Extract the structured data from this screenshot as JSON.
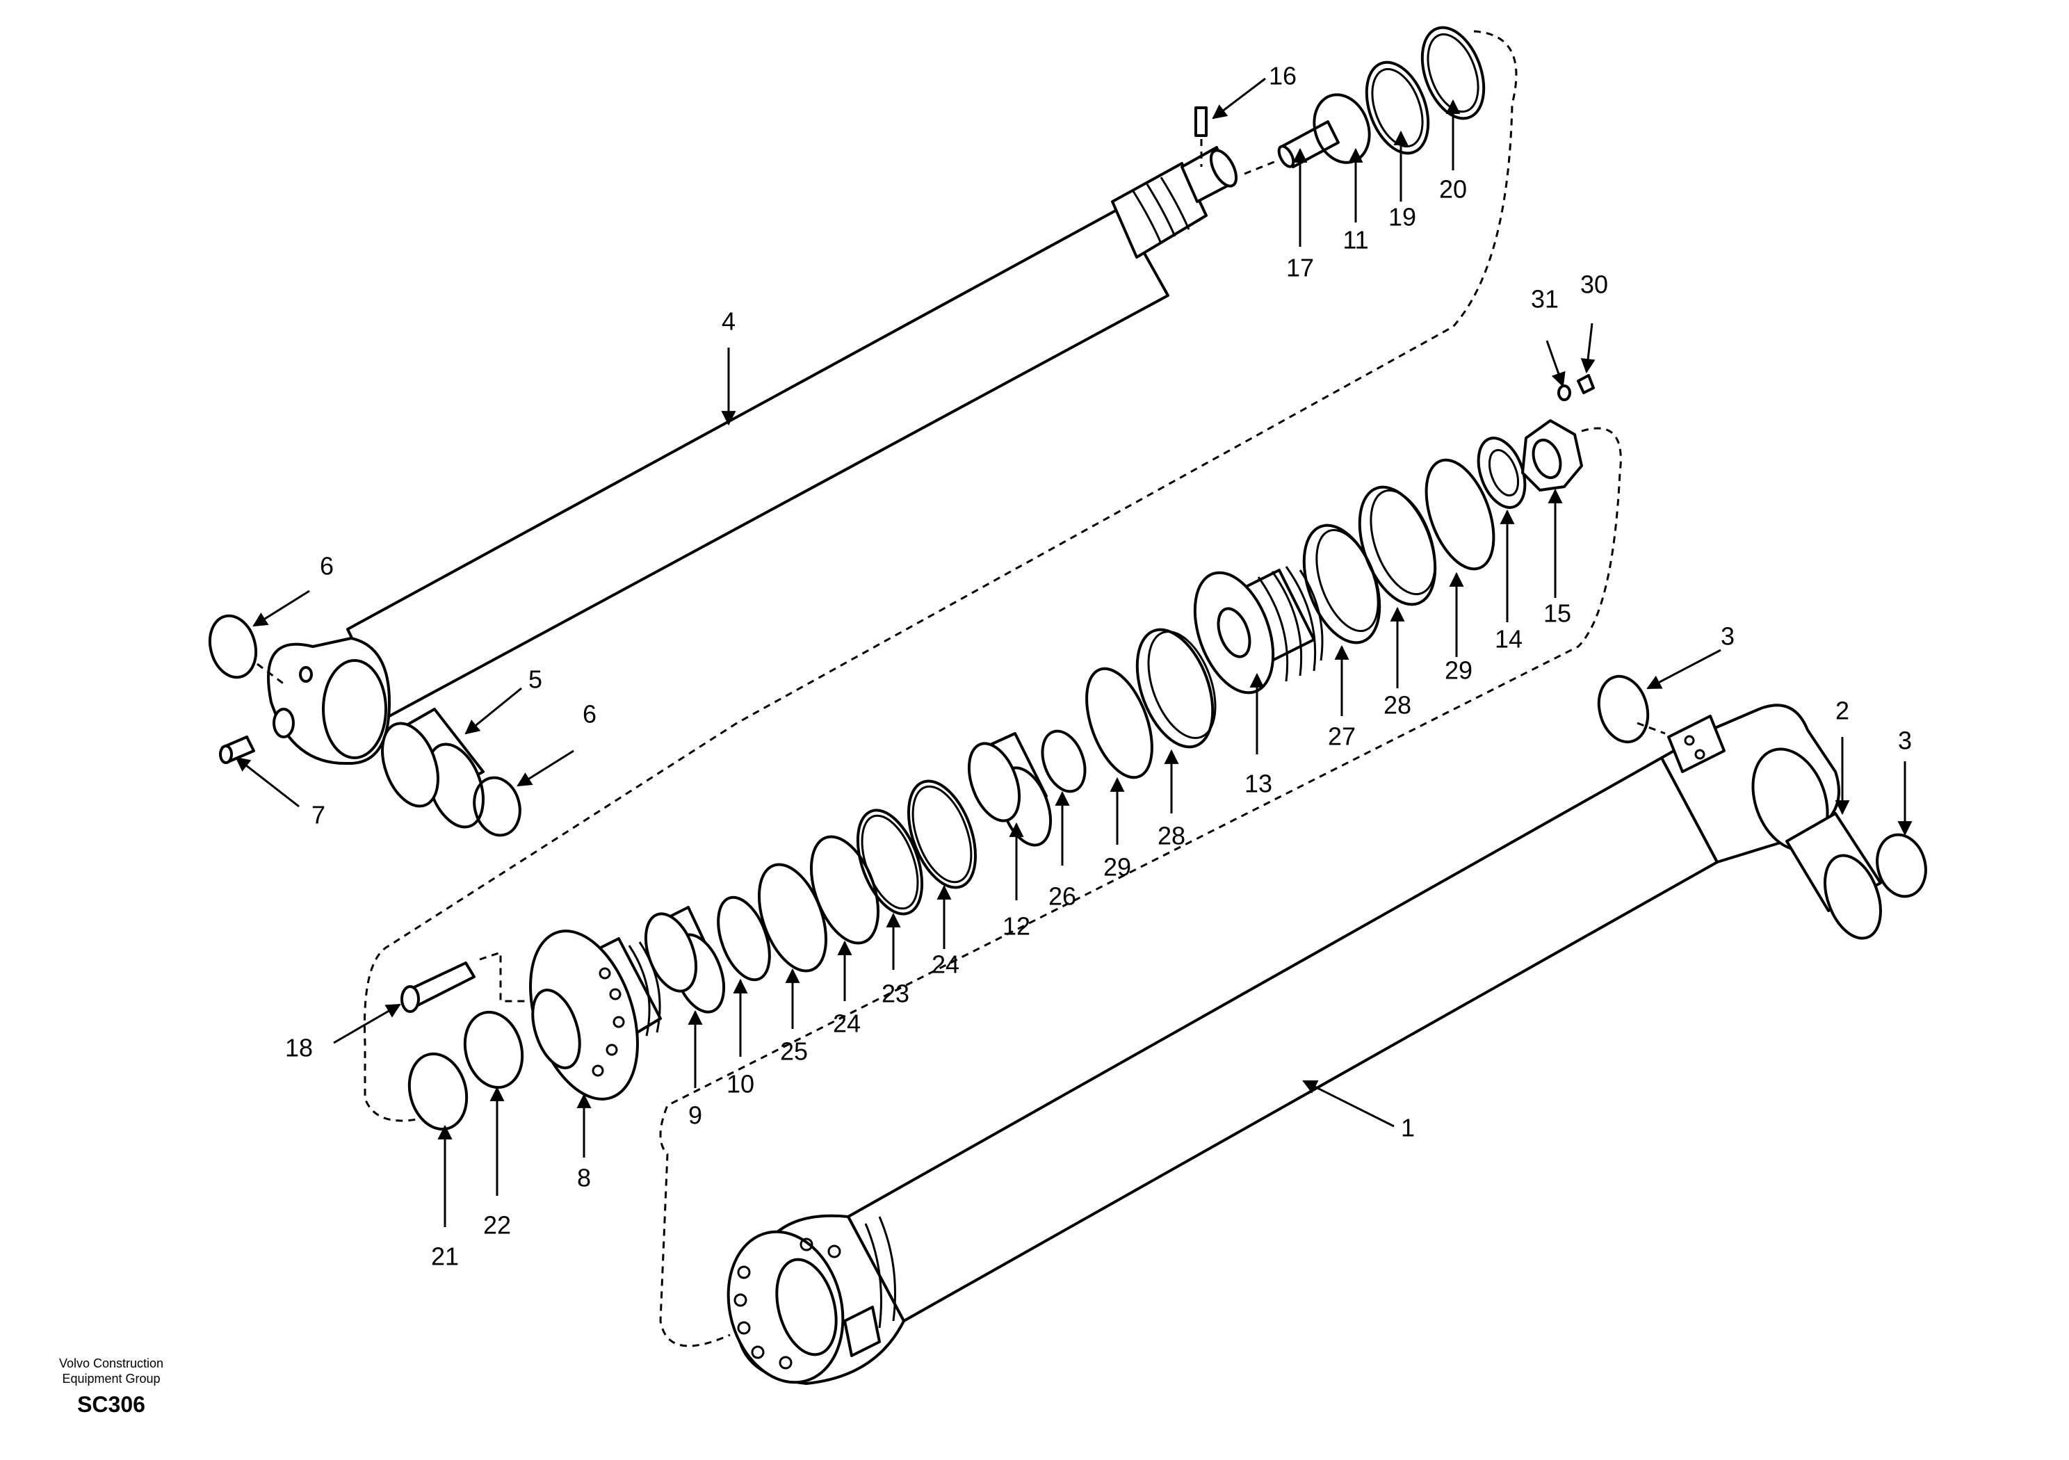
{
  "parts": [
    "1",
    "2",
    "3",
    "4",
    "5",
    "6",
    "7",
    "8",
    "9",
    "10",
    "11",
    "12",
    "13",
    "14",
    "15",
    "16",
    "17",
    "18",
    "19",
    "20",
    "21",
    "22",
    "23",
    "24",
    "25",
    "26",
    "27",
    "28",
    "29",
    "30",
    "31"
  ],
  "footer": {
    "company_line1": "Volvo Construction",
    "company_line2": "Equipment Group",
    "code": "SC306"
  },
  "callouts": [
    {
      "id": "c16",
      "text": "16"
    },
    {
      "id": "c20",
      "text": "20"
    },
    {
      "id": "c19",
      "text": "19"
    },
    {
      "id": "c11",
      "text": "11"
    },
    {
      "id": "c17",
      "text": "17"
    },
    {
      "id": "c4",
      "text": "4"
    },
    {
      "id": "c31",
      "text": "31"
    },
    {
      "id": "c30",
      "text": "30"
    },
    {
      "id": "c15",
      "text": "15"
    },
    {
      "id": "c14",
      "text": "14"
    },
    {
      "id": "c29a",
      "text": "29"
    },
    {
      "id": "c28a",
      "text": "28"
    },
    {
      "id": "c27",
      "text": "27"
    },
    {
      "id": "c13",
      "text": "13"
    },
    {
      "id": "c28b",
      "text": "28"
    },
    {
      "id": "c29b",
      "text": "29"
    },
    {
      "id": "c26",
      "text": "26"
    },
    {
      "id": "c12",
      "text": "12"
    },
    {
      "id": "c24a",
      "text": "24"
    },
    {
      "id": "c23",
      "text": "23"
    },
    {
      "id": "c24b",
      "text": "24"
    },
    {
      "id": "c25",
      "text": "25"
    },
    {
      "id": "c10",
      "text": "10"
    },
    {
      "id": "c9",
      "text": "9"
    },
    {
      "id": "c8",
      "text": "8"
    },
    {
      "id": "c18",
      "text": "18"
    },
    {
      "id": "c21",
      "text": "21"
    },
    {
      "id": "c22",
      "text": "22"
    },
    {
      "id": "c6a",
      "text": "6"
    },
    {
      "id": "c5",
      "text": "5"
    },
    {
      "id": "c6b",
      "text": "6"
    },
    {
      "id": "c7",
      "text": "7"
    },
    {
      "id": "c3a",
      "text": "3"
    },
    {
      "id": "c2",
      "text": "2"
    },
    {
      "id": "c3b",
      "text": "3"
    },
    {
      "id": "c1",
      "text": "1"
    }
  ]
}
